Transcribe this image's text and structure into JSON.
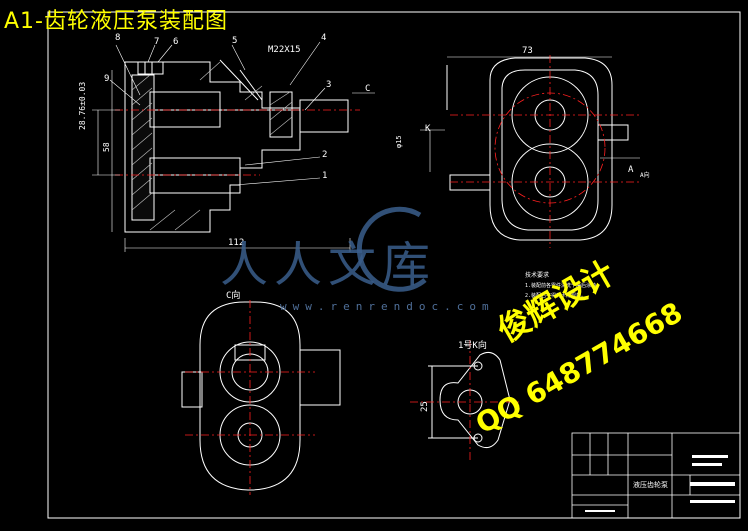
{
  "title": "A1-齿轮液压泵装配图",
  "callouts": [
    "8",
    "7",
    "6",
    "5",
    "4",
    "9",
    "3",
    "2",
    "1"
  ],
  "thread_label": "M22X15",
  "view_marks": {
    "c": "C",
    "c_view": "C向",
    "k": "K",
    "k_view": "1号K向",
    "a": "A",
    "a_view": "A向"
  },
  "dimensions": {
    "length": "112",
    "width": "73",
    "height_tol": "28.76±0.03",
    "height2": "58",
    "dim25": "25",
    "dia15": "φ15"
  },
  "tech_notes": {
    "heading": "技术要求",
    "items": [
      "1.装配前各零件清洗干净后涂油。",
      "2.装配后不得有卡滞现象。"
    ]
  },
  "title_block": {
    "name": "液压齿轮泵"
  },
  "watermark": {
    "name": "人人文库",
    "url": "www.renrendoc.com"
  },
  "advert": {
    "line1": "俊辉设计",
    "line2": "QQ 648774668"
  },
  "colors": {
    "line": "#ffffff",
    "center": "#ff2020",
    "yellow": "#ffff00",
    "watermark": "#3a5e8c"
  }
}
